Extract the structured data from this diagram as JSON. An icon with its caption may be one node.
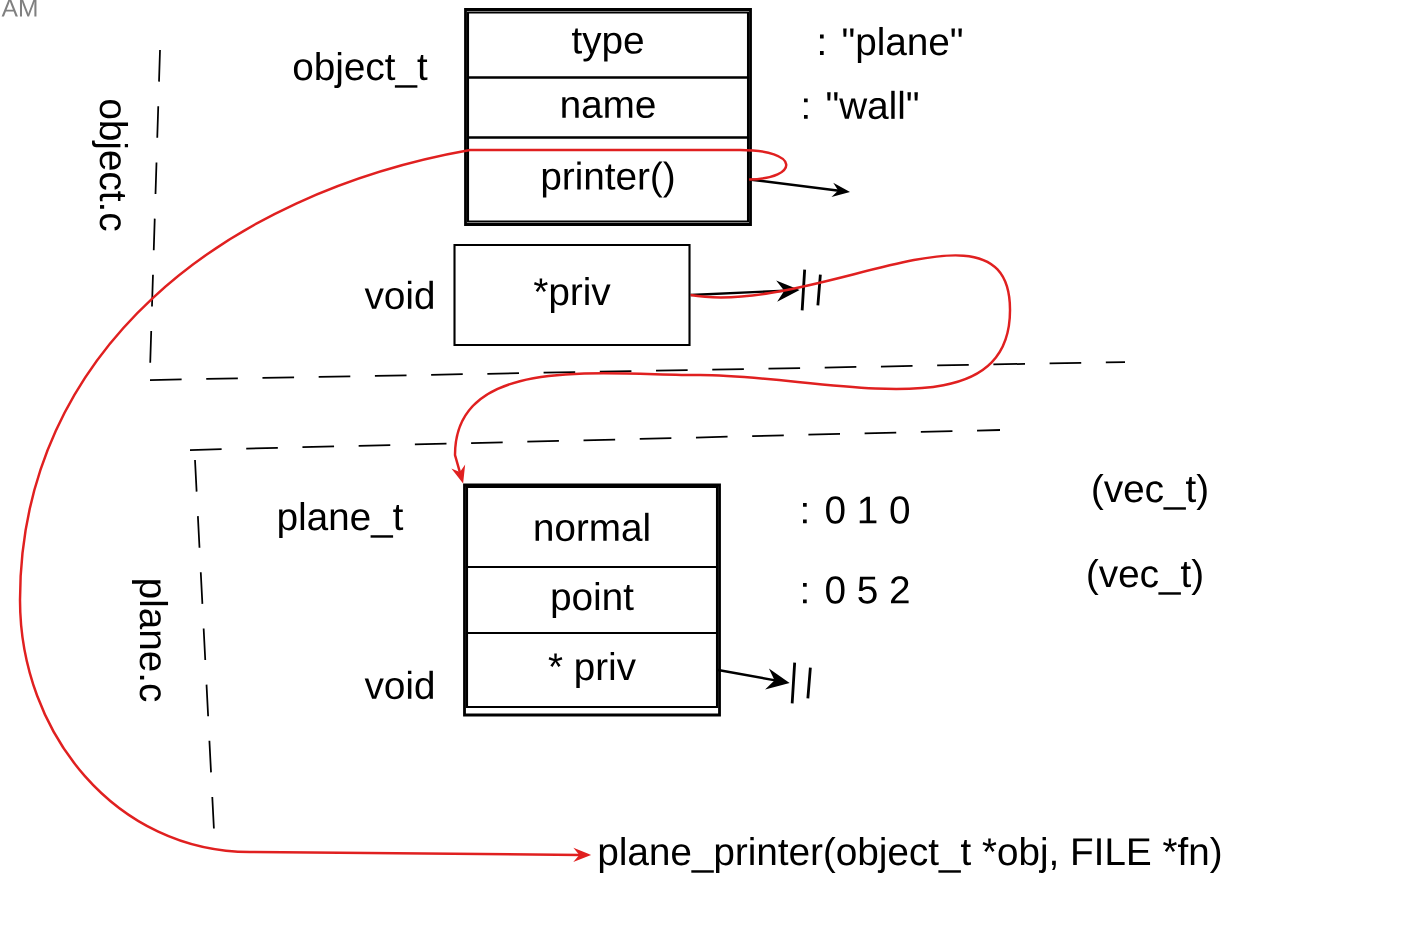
{
  "diagram": {
    "nodes": [
      {
        "text": [
          "object_t"
        ]
      },
      {
        "text": [
          "type"
        ],
        "in": 0,
        "beside": [
          ": \"plane\""
        ]
      },
      {
        "text": [
          "name"
        ],
        "in": 0,
        "beside": [
          ": \"wall\""
        ]
      },
      {
        "text": [
          "printer()"
        ],
        "in": 0
      },
      {
        "text": [
          "*priv"
        ],
        "beside": [
          "void"
        ]
      },
      {
        "text": [
          "plane_t"
        ]
      },
      {
        "text": [
          "normal"
        ],
        "in": 5,
        "beside": [
          ": 0 1 0"
        ]
      },
      {
        "text": [
          "point"
        ],
        "in": 5,
        "beside": [
          ": 0 5 2"
        ]
      },
      {
        "text": [
          "* priv"
        ],
        "in": 5,
        "beside": [
          "void"
        ]
      },
      {
        "text": [
          "plane_printer(object_t *obj, FILE *fn)"
        ]
      },
      {
        "text": [],
        "shape": "bar"
      },
      {
        "text": [],
        "shape": "bar"
      }
    ],
    "edges": [
      {
        "from": 3,
        "to": null,
        "arrow": "to"
      },
      {
        "from": 4,
        "to": 10,
        "arrow": "to"
      },
      {
        "from": 8,
        "to": 11,
        "arrow": "to"
      },
      {
        "from": 4,
        "to": 5,
        "arrow": "to",
        "color": "#e02020"
      },
      {
        "from": 3,
        "to": 9,
        "arrow": "to",
        "color": "#e02020"
      }
    ],
    "labels": [
      "AM",
      "object.c",
      "plane.c",
      "(vec_t)",
      "(vec_t)"
    ]
  }
}
